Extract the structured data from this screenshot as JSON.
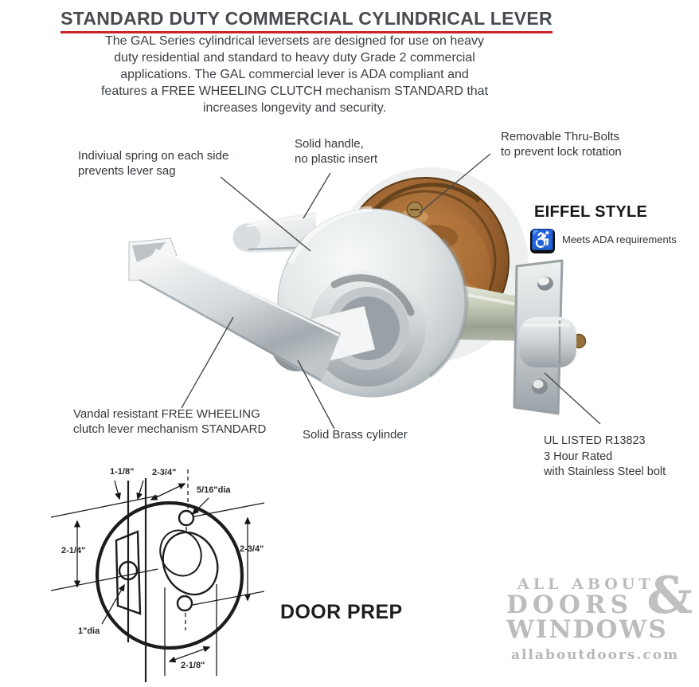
{
  "header": {
    "title": "STANDARD DUTY COMMERCIAL CYLINDRICAL LEVER",
    "underline_color": "#c9252c"
  },
  "intro": {
    "lines": [
      "The GAL Series cylindrical leversets are designed for use on heavy",
      "duty residential and standard to heavy duty Grade 2 commercial",
      "applications.  The GAL commercial lever is ADA compliant and",
      "features a FREE WHEELING CLUTCH mechanism STANDARD that",
      "increases longevity and security."
    ]
  },
  "callouts": {
    "spring": {
      "lines": [
        "Indiviual spring on each side",
        "prevents lever sag"
      ]
    },
    "handle": {
      "lines": [
        "Solid handle,",
        "no plastic insert"
      ]
    },
    "thru_bolts": {
      "lines": [
        "Removable Thru-Bolts",
        "to prevent lock rotation"
      ]
    },
    "vandal": {
      "lines": [
        "Vandal resistant FREE WHEELING",
        "clutch lever mechanism STANDARD"
      ]
    },
    "brass": {
      "lines": [
        "Solid Brass cylinder"
      ]
    },
    "ul": {
      "lines": [
        "UL LISTED R13823",
        "3 Hour Rated",
        "with Stainless Steel bolt"
      ]
    }
  },
  "style_badge": {
    "title": "EIFFEL STYLE",
    "ada_icon": "wheelchair-symbol",
    "ada_icon_glyph": "♿",
    "ada_text": "Meets ADA requirements"
  },
  "door_prep": {
    "title": "DOOR PREP",
    "dimensions": {
      "faceplate_width": "1-1/8\"",
      "backset": "2-3/4\"",
      "top_hole_dia": "5/16\"dia",
      "faceplate_height": "2-1/4\"",
      "thru_bolt_spacing": "2-3/4\"",
      "latch_hole_dia": "1\"dia",
      "bore_dia": "2-1/8\""
    }
  },
  "watermark": {
    "line1": "ALL ABOUT",
    "line2": "DOORS",
    "amp": "&",
    "line3": "WINDOWS",
    "url": "allaboutdoors.com"
  },
  "colors": {
    "accent_red": "#c9252c",
    "text": "#3a3e42",
    "chrome": "#d6dadc",
    "bronze": "#8a5526",
    "watermark_gray": "#bcbcbc"
  }
}
